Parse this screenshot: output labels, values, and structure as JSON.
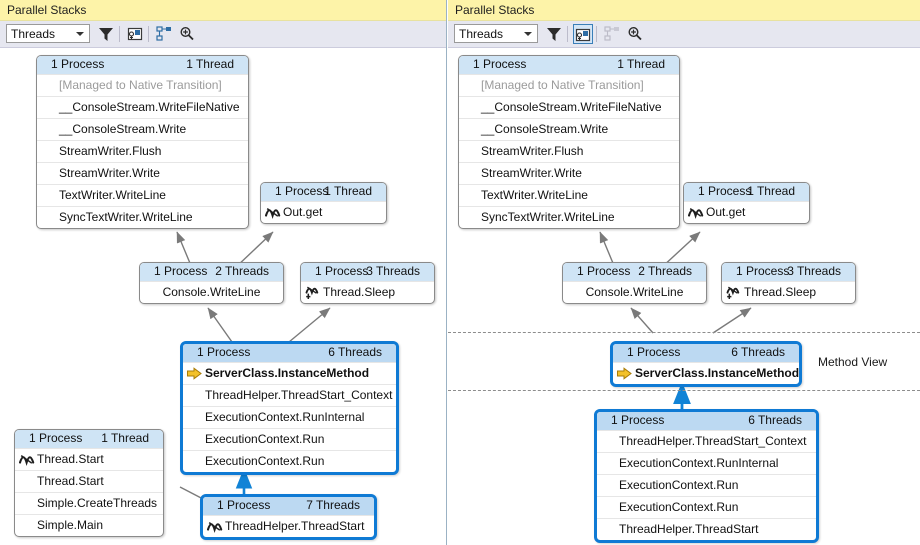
{
  "panels": {
    "left": {
      "title": "Parallel Stacks",
      "toolbar": {
        "combo_value": "Threads",
        "combo_name": "view-mode-combo",
        "icons": [
          {
            "name": "filter-icon",
            "label": "Toggle Flagged Threads Only",
            "state": "normal"
          },
          {
            "name": "toggle-method-view-icon",
            "label": "Toggle Method View",
            "state": "normal"
          },
          {
            "name": "auto-scroll-icon",
            "label": "Auto Scroll to Current Stack Frame",
            "state": "normal"
          },
          {
            "name": "zoom-icon",
            "label": "Zoom Control",
            "state": "normal"
          }
        ]
      },
      "boxes": [
        {
          "name": "stack-box-native-transition",
          "process": "1 Process",
          "threads": "1 Thread",
          "rows": [
            {
              "text": "[Managed to Native Transition]",
              "style": "dim",
              "icon": ""
            },
            {
              "text": "__ConsoleStream.WriteFileNative",
              "style": "",
              "icon": ""
            },
            {
              "text": "__ConsoleStream.Write",
              "style": "",
              "icon": ""
            },
            {
              "text": "StreamWriter.Flush",
              "style": "",
              "icon": ""
            },
            {
              "text": "StreamWriter.Write",
              "style": "",
              "icon": ""
            },
            {
              "text": "TextWriter.WriteLine",
              "style": "",
              "icon": ""
            },
            {
              "text": "SyncTextWriter.WriteLine",
              "style": "",
              "icon": ""
            }
          ]
        },
        {
          "name": "stack-box-out-get",
          "process": "1 Process",
          "threads": "1 Thread",
          "rows": [
            {
              "text": "Out.get",
              "style": "",
              "icon": "thread-icon"
            }
          ]
        },
        {
          "name": "stack-box-console-writeline",
          "process": "1 Process",
          "threads": "2 Threads",
          "rows": [
            {
              "text": "Console.WriteLine",
              "style": "center",
              "icon": ""
            }
          ]
        },
        {
          "name": "stack-box-thread-sleep",
          "process": "1 Process",
          "threads": "3 Threads",
          "rows": [
            {
              "text": "Thread.Sleep",
              "style": "",
              "icon": "thread-sleep-icon"
            }
          ]
        },
        {
          "name": "stack-box-serverclass-instancemethod",
          "process": "1 Process",
          "threads": "6 Threads",
          "highlighted": true,
          "rows": [
            {
              "text": "ServerClass.InstanceMethod",
              "style": "bold",
              "icon": "current-frame-arrow-icon"
            },
            {
              "text": "ThreadHelper.ThreadStart_Context",
              "style": "",
              "icon": ""
            },
            {
              "text": "ExecutionContext.RunInternal",
              "style": "",
              "icon": ""
            },
            {
              "text": "ExecutionContext.Run",
              "style": "",
              "icon": ""
            },
            {
              "text": "ExecutionContext.Run",
              "style": "",
              "icon": ""
            }
          ]
        },
        {
          "name": "stack-box-thread-start-main",
          "process": "1 Process",
          "threads": "1 Thread",
          "rows": [
            {
              "text": "Thread.Start",
              "style": "",
              "icon": "thread-icon"
            },
            {
              "text": "Thread.Start",
              "style": "",
              "icon": ""
            },
            {
              "text": "Simple.CreateThreads",
              "style": "",
              "icon": ""
            },
            {
              "text": "Simple.Main",
              "style": "",
              "icon": ""
            }
          ]
        },
        {
          "name": "stack-box-threadhelper-threadstart",
          "process": "1 Process",
          "threads": "7 Threads",
          "highlighted": true,
          "rows": [
            {
              "text": "ThreadHelper.ThreadStart",
              "style": "",
              "icon": "thread-icon"
            }
          ]
        }
      ]
    },
    "right": {
      "title": "Parallel Stacks",
      "method_view_label": "Method View",
      "toolbar": {
        "combo_value": "Threads",
        "combo_name": "view-mode-combo",
        "icons": [
          {
            "name": "filter-icon",
            "label": "Toggle Flagged Threads Only",
            "state": "normal"
          },
          {
            "name": "toggle-method-view-icon",
            "label": "Toggle Method View",
            "state": "selected"
          },
          {
            "name": "auto-scroll-icon",
            "label": "Auto Scroll to Current Stack Frame",
            "state": "disabled"
          },
          {
            "name": "zoom-icon",
            "label": "Zoom Control",
            "state": "normal"
          }
        ]
      },
      "boxes": [
        {
          "name": "stack-box-native-transition",
          "process": "1 Process",
          "threads": "1 Thread",
          "rows": [
            {
              "text": "[Managed to Native Transition]",
              "style": "dim",
              "icon": ""
            },
            {
              "text": "__ConsoleStream.WriteFileNative",
              "style": "",
              "icon": ""
            },
            {
              "text": "__ConsoleStream.Write",
              "style": "",
              "icon": ""
            },
            {
              "text": "StreamWriter.Flush",
              "style": "",
              "icon": ""
            },
            {
              "text": "StreamWriter.Write",
              "style": "",
              "icon": ""
            },
            {
              "text": "TextWriter.WriteLine",
              "style": "",
              "icon": ""
            },
            {
              "text": "SyncTextWriter.WriteLine",
              "style": "",
              "icon": ""
            }
          ]
        },
        {
          "name": "stack-box-out-get",
          "process": "1 Process",
          "threads": "1 Thread",
          "rows": [
            {
              "text": "Out.get",
              "style": "",
              "icon": "thread-icon"
            }
          ]
        },
        {
          "name": "stack-box-console-writeline",
          "process": "1 Process",
          "threads": "2 Threads",
          "rows": [
            {
              "text": "Console.WriteLine",
              "style": "center",
              "icon": ""
            }
          ]
        },
        {
          "name": "stack-box-thread-sleep",
          "process": "1 Process",
          "threads": "3 Threads",
          "rows": [
            {
              "text": "Thread.Sleep",
              "style": "",
              "icon": "thread-sleep-icon"
            }
          ]
        },
        {
          "name": "stack-box-serverclass-instancemethod",
          "process": "1 Process",
          "threads": "6 Threads",
          "highlighted": true,
          "rows": [
            {
              "text": "ServerClass.InstanceMethod",
              "style": "bold",
              "icon": "current-frame-arrow-icon"
            }
          ]
        },
        {
          "name": "stack-box-callers-threadhelper",
          "process": "1 Process",
          "threads": "6 Threads",
          "highlighted": true,
          "rows": [
            {
              "text": "ThreadHelper.ThreadStart_Context",
              "style": "",
              "icon": ""
            },
            {
              "text": "ExecutionContext.RunInternal",
              "style": "",
              "icon": ""
            },
            {
              "text": "ExecutionContext.Run",
              "style": "",
              "icon": ""
            },
            {
              "text": "ExecutionContext.Run",
              "style": "",
              "icon": ""
            },
            {
              "text": "ThreadHelper.ThreadStart",
              "style": "",
              "icon": ""
            }
          ]
        }
      ]
    }
  },
  "colors": {
    "title_bar": "#fdf3a8",
    "toolbar": "#e6e7f0",
    "box_header": "#cfe4f5",
    "highlight_border": "#0f7ad4",
    "current_frame_arrow": "#f0b41e",
    "edge": "#777777",
    "method_view_arrow": "#1183d6"
  }
}
